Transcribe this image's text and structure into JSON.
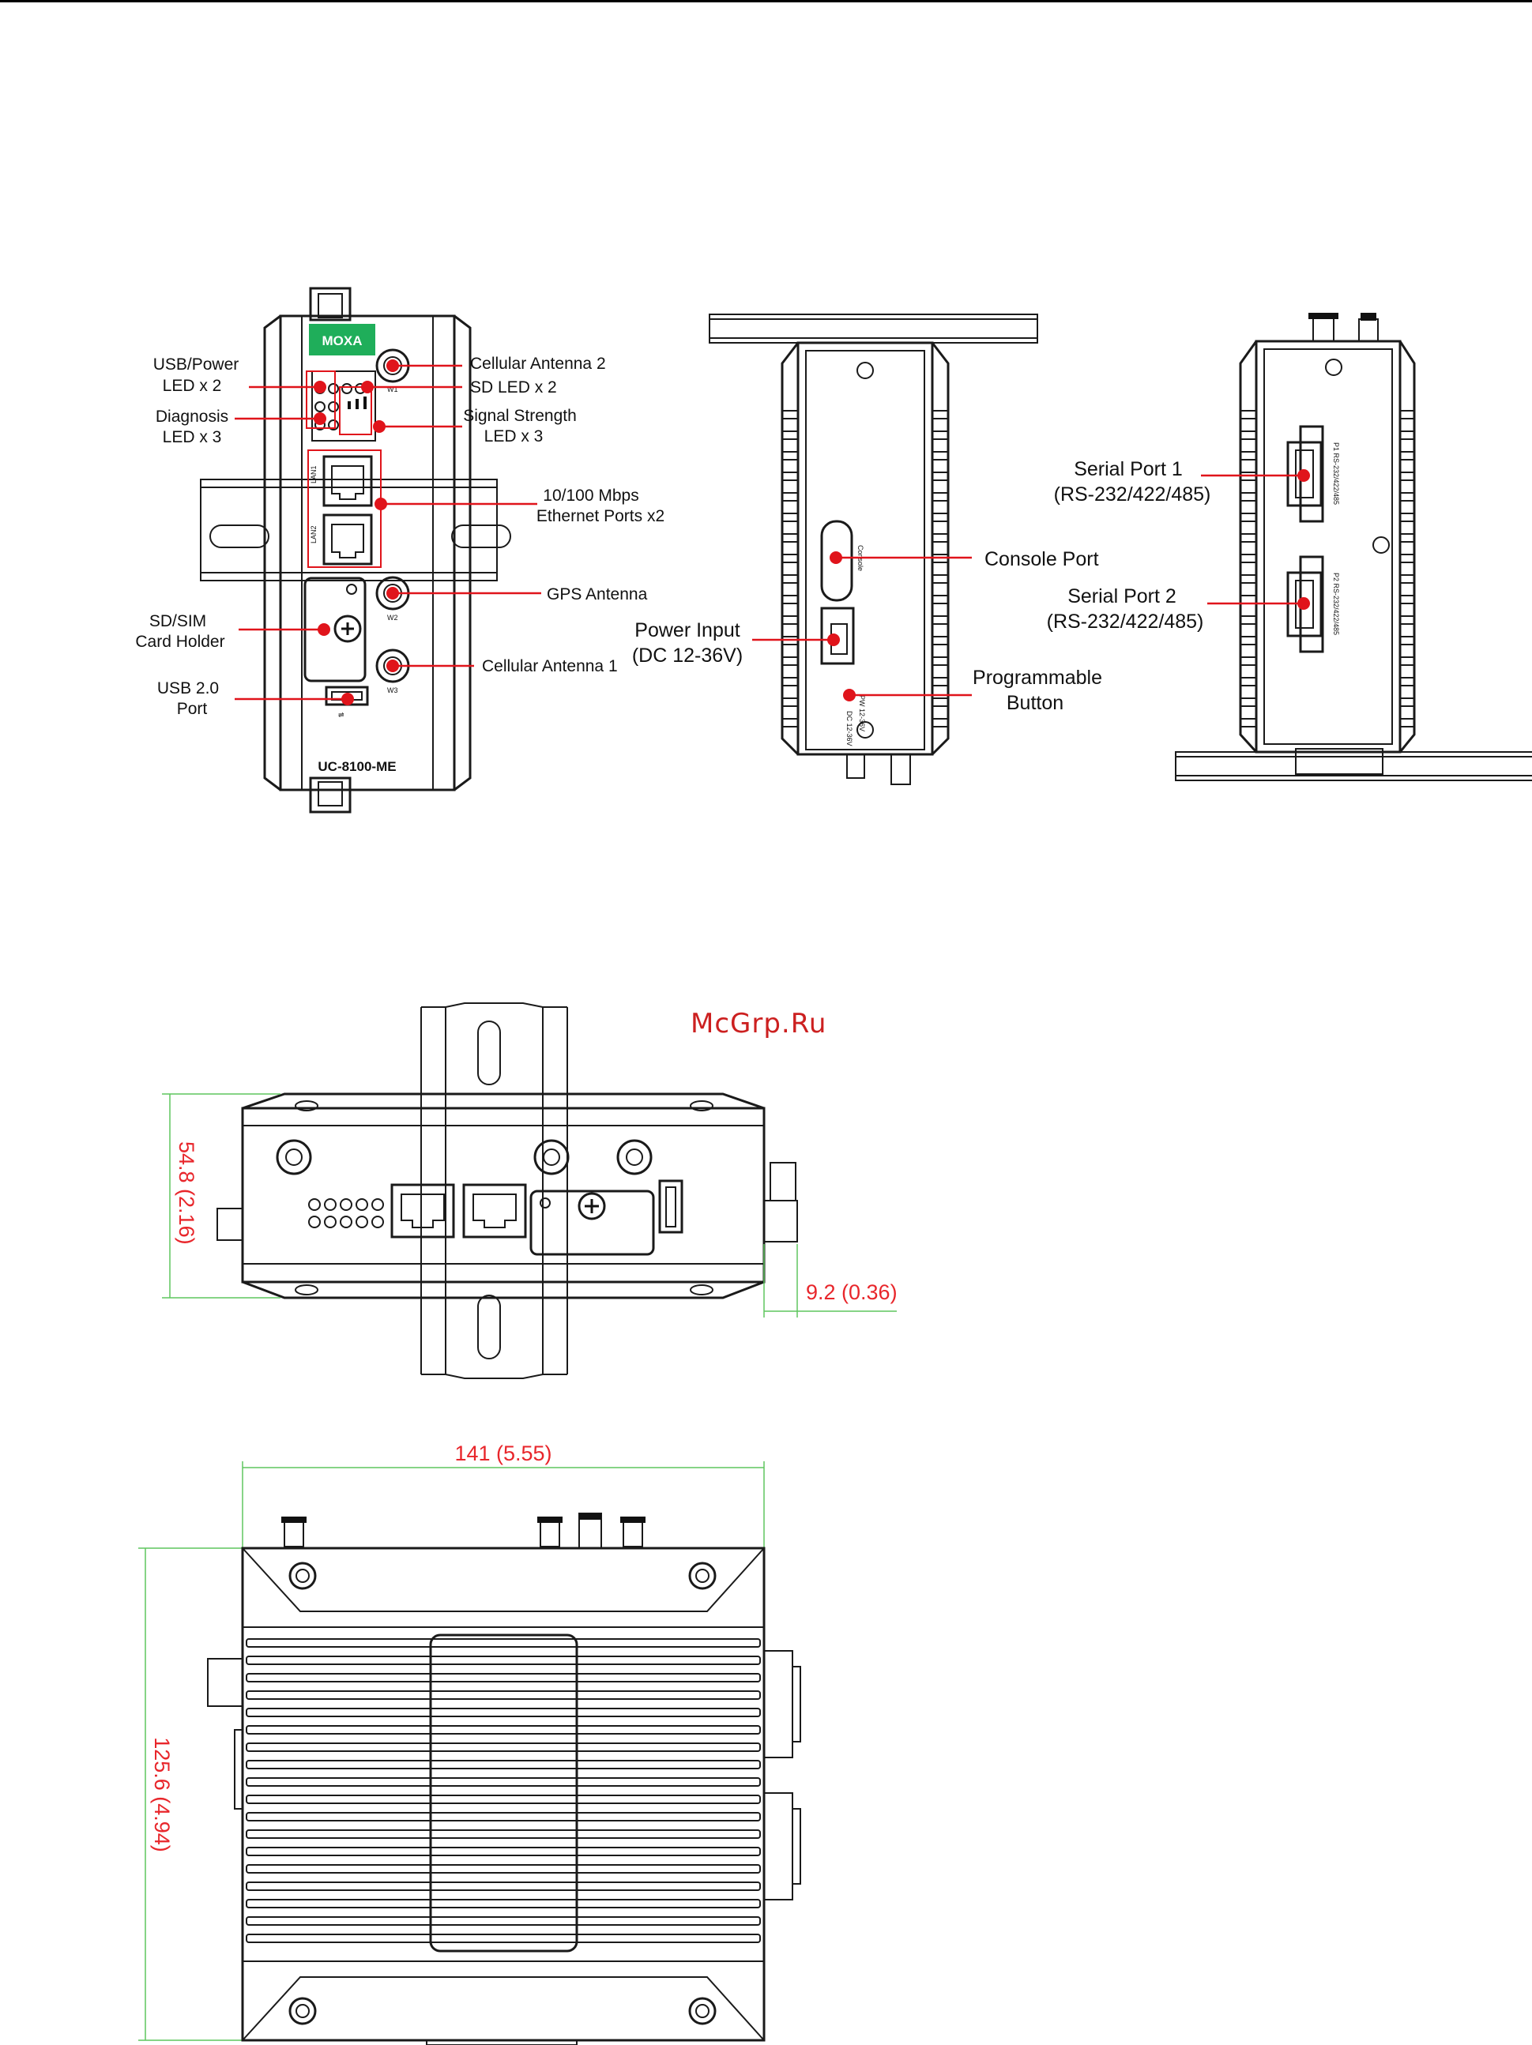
{
  "header": {
    "rule_color": "#000000"
  },
  "watermark": {
    "text": "McGrp.Ru",
    "color": "#cc2020"
  },
  "front_view": {
    "brand": "MOXA",
    "model": "UC-8100-ME",
    "port_marks": {
      "w1": "W1",
      "w2": "W2",
      "w3": "W3",
      "lan1": "LAN1",
      "lan2": "LAN2"
    },
    "callouts": {
      "usb_power_led": [
        "USB/Power",
        "LED x 2"
      ],
      "diagnosis_led": [
        "Diagnosis",
        "LED x 3"
      ],
      "sd_sim": [
        "SD/SIM",
        "Card Holder"
      ],
      "usb_port": [
        "USB 2.0",
        "Port"
      ],
      "cellular_antenna_2": "Cellular Antenna 2",
      "sd_led": "SD LED x 2",
      "signal_strength": [
        "Signal Strength",
        "LED x 3"
      ],
      "ethernet": [
        "10/100 Mbps",
        "Ethernet Ports x2"
      ],
      "gps_antenna": "GPS Antenna",
      "cellular_antenna_1": "Cellular Antenna 1"
    }
  },
  "bottom_view": {
    "callouts": {
      "console_port": "Console Port",
      "power_input": [
        "Power Input",
        "(DC 12-36V)"
      ],
      "programmable_button": [
        "Programmable",
        "Button"
      ]
    },
    "small_marks": {
      "console": "Console",
      "power": "PW 12-36V",
      "dc": "DC 12-36V"
    }
  },
  "top_view": {
    "callouts": {
      "serial_port_1": [
        "Serial Port 1",
        "(RS-232/422/485)"
      ],
      "serial_port_2": [
        "Serial Port 2",
        "(RS-232/422/485)"
      ]
    },
    "small_marks": {
      "p1": "P1 RS-232/422/485",
      "p2": "P2 RS-232/422/485"
    }
  },
  "dimensions": {
    "height_front": "54.8 (2.16)",
    "din_offset": "9.2 (0.36)",
    "width": "141 (5.55)",
    "depth": "125.6 (4.94)"
  },
  "colors": {
    "callout_dot": "#e0141b",
    "dimension_line": "#5fc65f",
    "dimension_text": "#e8262b",
    "brand_green": "#1fae5a"
  }
}
